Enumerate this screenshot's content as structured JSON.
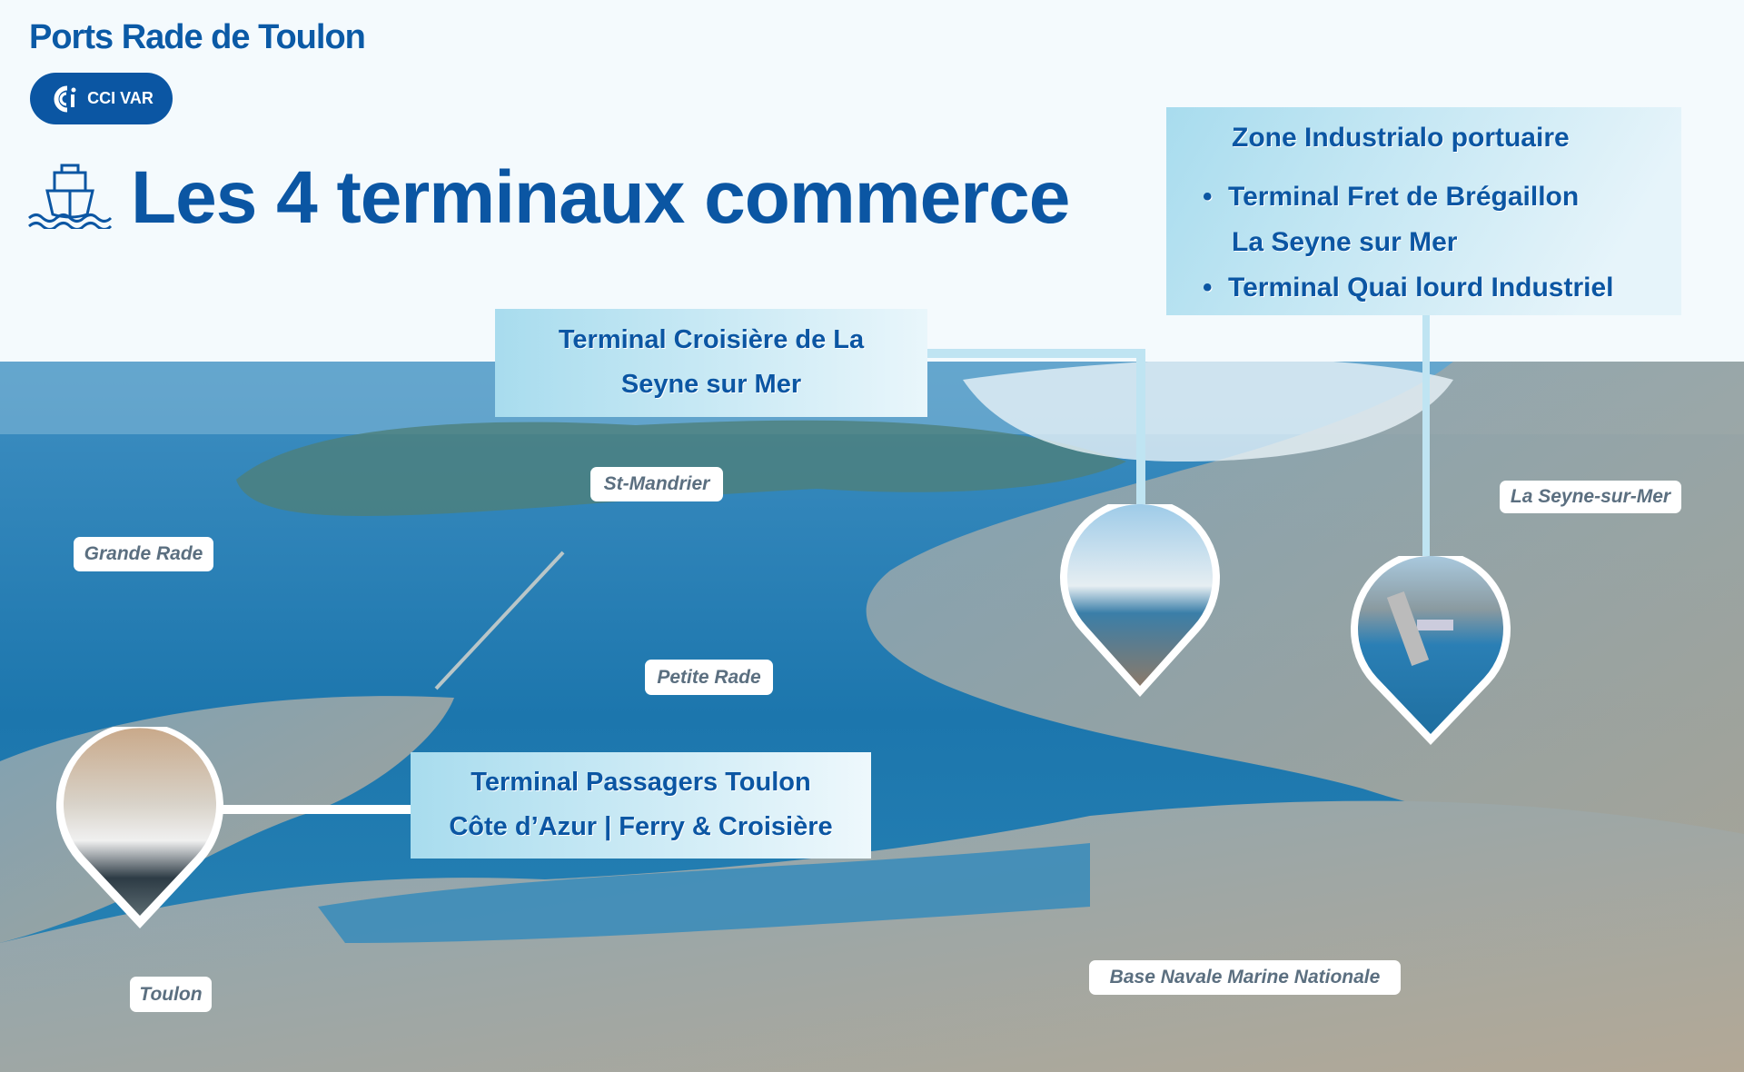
{
  "header": {
    "brand": "Ports Rade de Toulon",
    "logo_text": "CCI VAR",
    "title": "Les 4 terminaux commerce",
    "title_icon": "ship-icon"
  },
  "zone_box": {
    "heading": "Zone Industrialo portuaire",
    "items": [
      "Terminal Fret de Brégaillon",
      "La Seyne sur Mer",
      "Terminal Quai lourd Industriel"
    ]
  },
  "croisiere_box": {
    "line1": "Terminal Croisière de La",
    "line2": "Seyne sur Mer"
  },
  "passagers_box": {
    "line1": "Terminal Passagers Toulon",
    "line2": "Côte d’Azur | Ferry & Croisière"
  },
  "map_labels": {
    "st_mandrier": "St-Mandrier",
    "grande_rade": "Grande Rade",
    "la_seyne": "La Seyne-sur-Mer",
    "petite_rade": "Petite Rade",
    "toulon": "Toulon",
    "base_navale": "Base Navale Marine Nationale"
  },
  "colors": {
    "brand_blue": "#0b56a3",
    "box_blue": "#a8dcee",
    "sea": "#1f78b0"
  }
}
